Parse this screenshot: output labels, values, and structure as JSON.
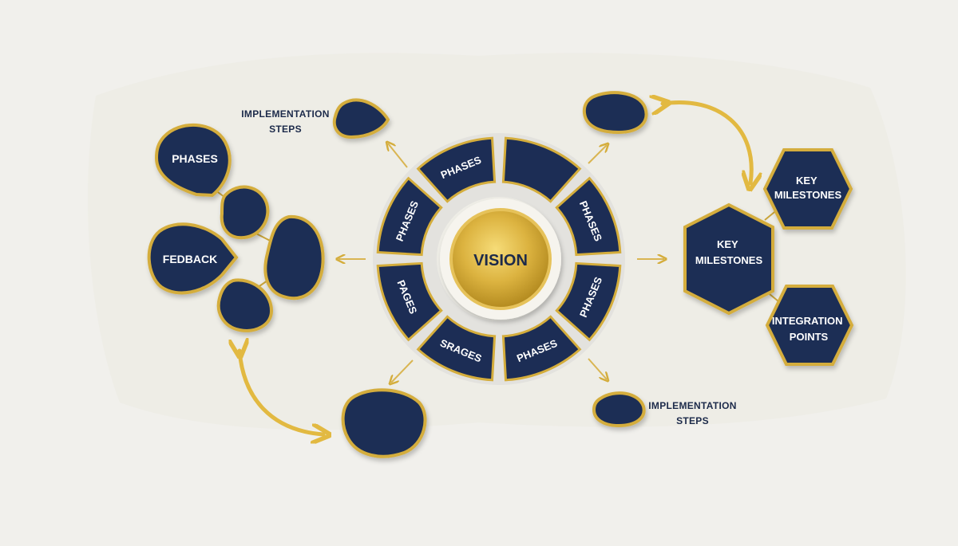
{
  "colors": {
    "navy": "#1c2d55",
    "gold": "#d4ad3c",
    "gold_light": "#f0d36b",
    "paper": "#f1f0ec",
    "label_text": "#1c2a4a",
    "node_text": "#ffffff"
  },
  "center": {
    "label": "VISION"
  },
  "ring_segments": [
    {
      "id": "top",
      "label": "PHASES"
    },
    {
      "id": "top-right",
      "label": ""
    },
    {
      "id": "right-upper",
      "label": "PHASES"
    },
    {
      "id": "right-lower",
      "label": "PHASES"
    },
    {
      "id": "bottom-right",
      "label": "PHASES"
    },
    {
      "id": "bottom",
      "label": "SRAGES"
    },
    {
      "id": "left-lower",
      "label": "PAGES"
    },
    {
      "id": "left-upper",
      "label": "PHASES"
    }
  ],
  "left_cluster": {
    "phases_node": "PHASES",
    "feedback_node": "FEDBACK"
  },
  "right_cluster": {
    "top_hex": [
      "KEY",
      "MILESTONES"
    ],
    "middle_hex": [
      "KEY",
      "MILESTONES"
    ],
    "bottom_hex": [
      "INTEGRATION",
      "POINTS"
    ]
  },
  "labels": {
    "implementation_top": [
      "IMPLEMENTATION",
      "STEPS"
    ],
    "implementation_bottom": [
      "IMPLEMENTATION",
      "STEPS"
    ]
  }
}
